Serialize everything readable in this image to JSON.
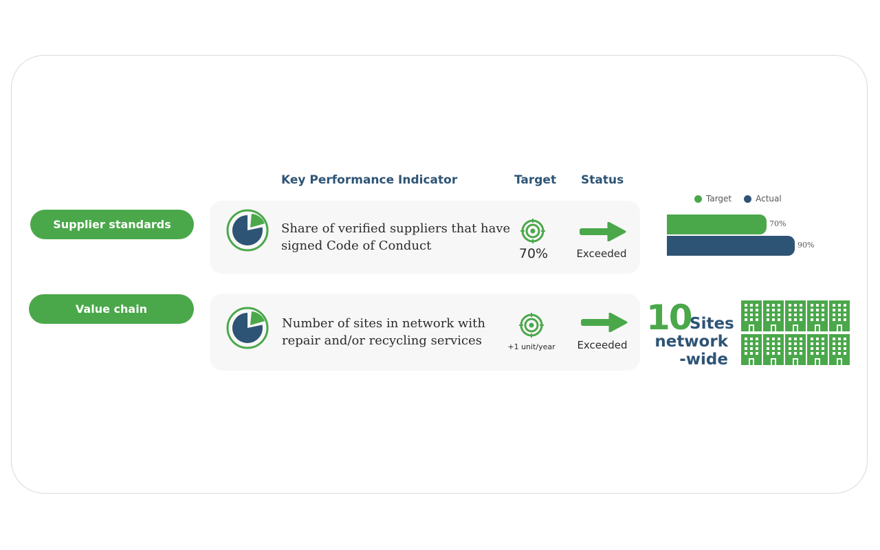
{
  "header": {
    "kpi": "Key Performance Indicator",
    "target": "Target",
    "status": "Status"
  },
  "rows": [
    {
      "category": "Supplier standards",
      "kpi": "Share of verified suppliers that have signed Code of Conduct",
      "kpi_line1": "Share of verified suppliers that have",
      "kpi_line2": "signed Code of Conduct",
      "target_value": "70%",
      "status": "Exceeded",
      "icon": "pie-chart-icon"
    },
    {
      "category": "Value chain",
      "kpi": "Number of sites in network with repair and/or recycling services",
      "kpi_line1": "Number of sites in network with",
      "kpi_line2": "repair and/or recycling services",
      "target_value": "+1 unit/year",
      "status": "Exceeded",
      "icon": "pie-chart-icon"
    }
  ],
  "chart_data": {
    "type": "bar",
    "orientation": "horizontal",
    "legend": [
      "Target",
      "Actual"
    ],
    "legend_position": "top",
    "series": [
      {
        "name": "Target",
        "values": [
          70
        ],
        "color": "#4aa84a",
        "label": "70%"
      },
      {
        "name": "Actual",
        "values": [
          90
        ],
        "color": "#2e5475",
        "label": "90%"
      }
    ],
    "xlim": [
      0,
      100
    ]
  },
  "sites": {
    "count": "10",
    "label_line1": "Sites",
    "label_line2": "network",
    "label_line3": "-wide",
    "building_count": 10
  },
  "colors": {
    "green": "#4aa84a",
    "navy": "#2e5475"
  }
}
